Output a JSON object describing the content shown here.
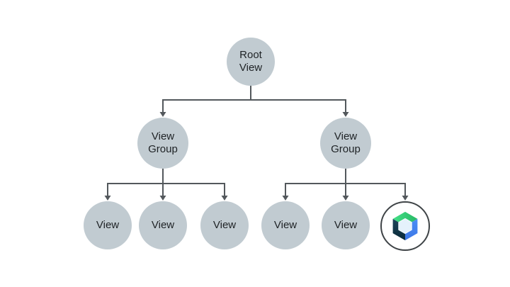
{
  "diagram": {
    "name": "view-hierarchy-tree",
    "nodes": {
      "root": {
        "line1": "Root",
        "line2": "View"
      },
      "view_group_left": {
        "line1": "View",
        "line2": "Group"
      },
      "view_group_right": {
        "line1": "View",
        "line2": "Group"
      },
      "view_left_1": {
        "label": "View"
      },
      "view_left_2": {
        "label": "View"
      },
      "view_left_3": {
        "label": "View"
      },
      "view_right_1": {
        "label": "View"
      },
      "view_right_2": {
        "label": "View"
      },
      "compose_node": {
        "icon": "jetpack-compose-icon"
      }
    },
    "colors": {
      "background": "#ffffff",
      "node_fill": "#c1cbd1",
      "node_text": "#1e2225",
      "connector": "#53585c",
      "compose_ring": "#3f4447",
      "compose_green_light": "#43e087",
      "compose_green_dark": "#28b865",
      "compose_blue_light": "#4c8df5",
      "compose_blue_dark": "#3c77e6",
      "compose_navy_light": "#1e4459",
      "compose_navy_dark": "#092a39",
      "compose_center": "#e4f1fb"
    }
  }
}
